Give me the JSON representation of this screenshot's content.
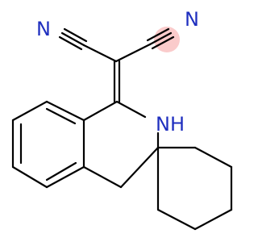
{
  "structure": {
    "atoms": [
      {
        "label": "N",
        "color": "#1f2fbf"
      },
      {
        "label": "N",
        "color": "#1f2fbf"
      },
      {
        "label": "NH",
        "color": "#1f2fbf"
      }
    ],
    "bond_color": "#000000",
    "highlight_color": "#f5a0a0"
  }
}
